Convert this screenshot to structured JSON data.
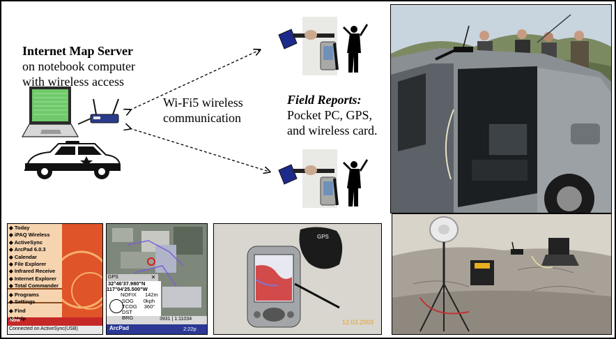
{
  "server": {
    "title": "Internet Map Server",
    "line2": "on notebook computer",
    "line3": "with wireless access"
  },
  "link": {
    "line1": "Wi-Fi5 wireless",
    "line2": "communication"
  },
  "field": {
    "title": "Field Reports:",
    "line2": "Pocket PC, GPS,",
    "line3": "and wireless card."
  },
  "pocketpc_menu": {
    "items": [
      "Today",
      "iPAQ Wireless",
      "ActiveSync",
      "ArcPad 6.0.3",
      "Calendar",
      "File Explorer",
      "Infrared Receive",
      "Internet Explorer",
      "Total Commander",
      "Programs",
      "Settings",
      "Find",
      "Help"
    ],
    "start_label": "Now",
    "status": "Connected on ActiveSync(USB)"
  },
  "arcpad": {
    "gps_title": "GPS",
    "lat": "32°46'37.980\"N",
    "lon": "117°04'25.500\"W",
    "nofix": "NOFIX",
    "alt": "142m",
    "sog": "SOG",
    "sog_val": "0kph",
    "tcog": "TCOG",
    "tcog_val": "360°",
    "dst": "DST",
    "brg": "BRG",
    "scale_left": "3931",
    "scale_right": "1:11034",
    "app_name": "ArcPad",
    "time": "2:22p"
  },
  "photo": {
    "date_stamp": "12.03.2003",
    "gps_label": "GPS"
  },
  "colors": {
    "menu_bg": "#f2b78c",
    "menu_header": "#c62828",
    "arcpad_bar": "#2c3894",
    "laptop_screen": "#6fc96a"
  }
}
